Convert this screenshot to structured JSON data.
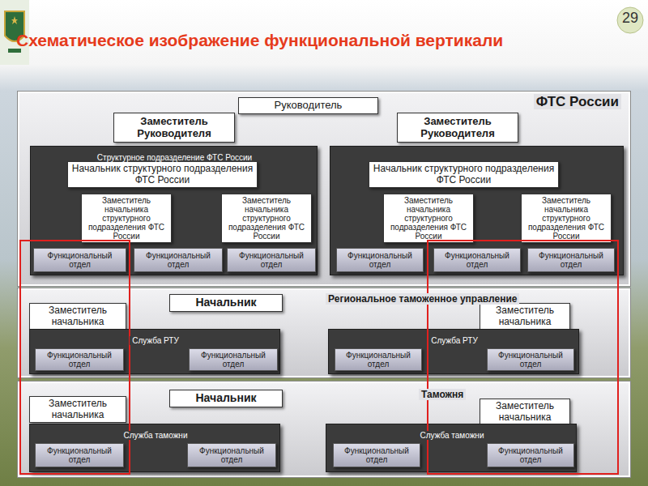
{
  "diagram": {
    "title": "Схематическое изображение функциональной вертикали",
    "nodes": [
      {
        "text": [
          "ФТС России"
        ]
      },
      {
        "text": [
          "Руководитель"
        ],
        "in": 0
      },
      {
        "text": [
          "Заместитель Руководителя"
        ],
        "in": 0
      },
      {
        "text": [
          "Заместитель Руководителя"
        ],
        "in": 0
      },
      {
        "text": [
          "Структурное подразделение ФТС России"
        ],
        "in": 0
      },
      {
        "text": [
          "Начальник структурного подразделения ФТС России"
        ],
        "in": 4
      },
      {
        "text": [
          "Заместитель начальника структурного подразделения ФТС России"
        ],
        "in": 4
      },
      {
        "text": [
          "Заместитель начальника структурного подразделения ФТС России"
        ],
        "in": 4
      },
      {
        "text": [
          "Функциональный отдел"
        ],
        "in": 4
      },
      {
        "text": [
          "Функциональный отдел"
        ],
        "in": 4
      },
      {
        "text": [
          "Функциональный отдел"
        ],
        "in": 4
      },
      {
        "text": [],
        "in": 0
      },
      {
        "text": [
          "Начальник структурного подразделения ФТС России"
        ],
        "in": 11
      },
      {
        "text": [
          "Заместитель начальника структурного подразделения ФТС России"
        ],
        "in": 11
      },
      {
        "text": [
          "Заместитель начальника структурного подразделения ФТС России"
        ],
        "in": 11
      },
      {
        "text": [
          "Функциональный отдел"
        ],
        "in": 11
      },
      {
        "text": [
          "Функциональный отдел"
        ],
        "in": 11
      },
      {
        "text": [
          "Функциональный отдел"
        ],
        "in": 11
      },
      {
        "text": [
          "Региональное таможенное управление"
        ]
      },
      {
        "text": [
          "Начальник"
        ],
        "in": 18
      },
      {
        "text": [
          "Заместитель начальника"
        ],
        "in": 18
      },
      {
        "text": [
          "Заместитель начальника"
        ],
        "in": 18
      },
      {
        "text": [
          "Служба РТУ"
        ],
        "in": 18
      },
      {
        "text": [
          "Функциональный отдел"
        ],
        "in": 22
      },
      {
        "text": [
          "Функциональный отдел"
        ],
        "in": 22
      },
      {
        "text": [
          "Служба РТУ"
        ],
        "in": 18
      },
      {
        "text": [
          "Функциональный отдел"
        ],
        "in": 25
      },
      {
        "text": [
          "Функциональный отдел"
        ],
        "in": 25
      },
      {
        "text": [
          "Таможня"
        ]
      },
      {
        "text": [
          "Начальник"
        ],
        "in": 28
      },
      {
        "text": [
          "Заместитель начальника"
        ],
        "in": 28
      },
      {
        "text": [
          "Заместитель начальника"
        ],
        "in": 28
      },
      {
        "text": [
          "Служба таможни"
        ],
        "in": 28
      },
      {
        "text": [
          "Функциональный отдел"
        ],
        "in": 32
      },
      {
        "text": [
          "Функциональный отдел"
        ],
        "in": 32
      },
      {
        "text": [
          "Служба таможни"
        ],
        "in": 28
      },
      {
        "text": [
          "Функциональный отдел"
        ],
        "in": 35
      },
      {
        "text": [
          "Функциональный отдел"
        ],
        "in": 35
      }
    ],
    "labels": [
      "29"
    ]
  }
}
